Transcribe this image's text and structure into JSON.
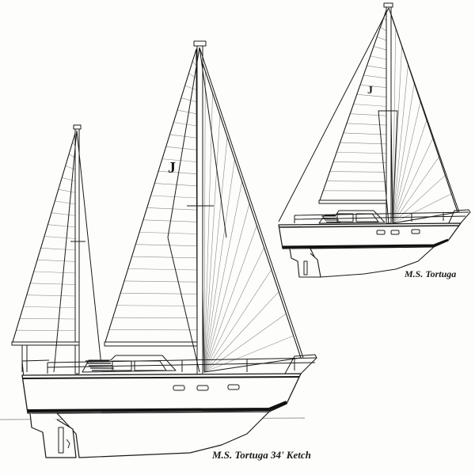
{
  "captions": {
    "ketch": "M.S. Tortuga 34' Ketch",
    "sloop": "M.S. Tortuga"
  },
  "sail_logo": "J",
  "colors": {
    "line": "#1a1a1a",
    "sail_seams": "#8a8a8a",
    "paper": "#fdfdfb",
    "boot_stripe": "#111111"
  }
}
